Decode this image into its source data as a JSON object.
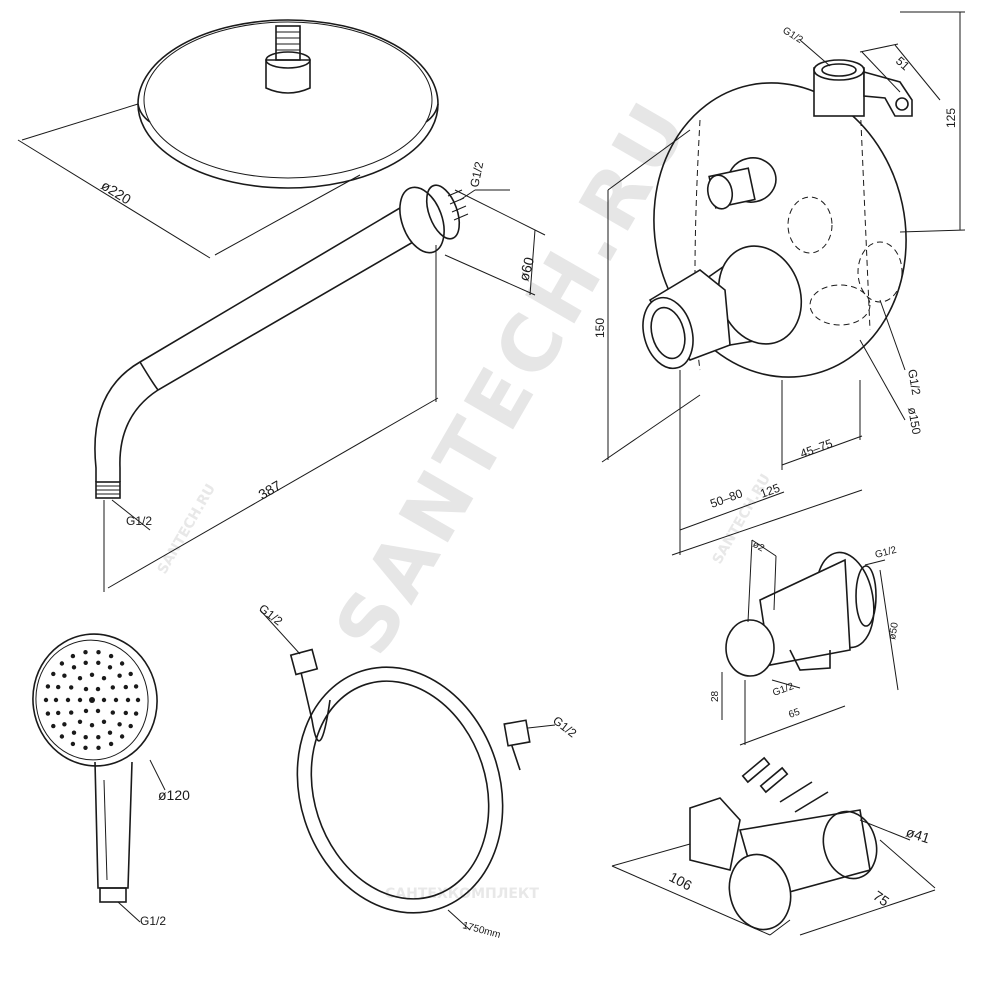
{
  "watermarks": {
    "main": "SANTECH.RU",
    "small_left": "SANTECH.RU",
    "small_right": "SANTECH.RU",
    "bottom": "САНТЕХКОМПЛЕКТ"
  },
  "overhead_shower": {
    "diameter": "ø220"
  },
  "shower_arm": {
    "thread_top": "G1/2",
    "flange_diameter": "ø60",
    "length": "387",
    "thread_bottom": "G1/2"
  },
  "mixer": {
    "thread_top": "G1/2",
    "width_top": "51",
    "height_right": "125",
    "height_left": "150",
    "thread_right": "G1/2",
    "plate_diameter": "ø150",
    "depth_a": "45–75",
    "depth_b": "125",
    "depth_c": "50–80"
  },
  "hand_shower": {
    "diameter": "ø120",
    "thread": "G1/2"
  },
  "hose": {
    "thread_top": "G1/2",
    "thread_right": "G1/2",
    "length": "1750mm"
  },
  "wall_outlet": {
    "thread_top": "G1/2",
    "width_top": "ø2",
    "height": "ø50",
    "offset": "28",
    "thread_bottom": "G1/2",
    "depth": "65"
  },
  "holder": {
    "diameter": "ø41",
    "length": "106",
    "width": "75"
  }
}
